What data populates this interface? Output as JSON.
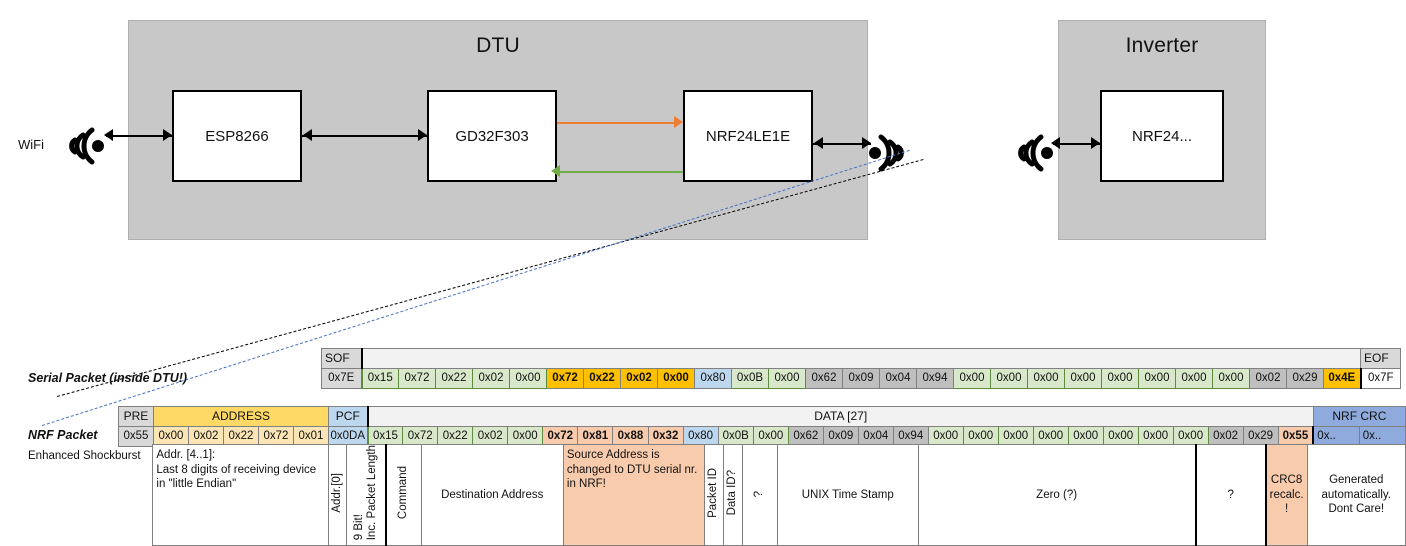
{
  "diagram": {
    "dtu": {
      "title": "DTU",
      "chips": [
        {
          "label": "ESP8266"
        },
        {
          "label": "GD32F303"
        },
        {
          "label": "NRF24LE1E"
        }
      ],
      "wifi_label": "WiFi",
      "arrow_colors": {
        "tx": "#ED7D31",
        "rx": "#70AD47",
        "link": "#000000"
      }
    },
    "inverter": {
      "title": "Inverter",
      "chips": [
        {
          "label": "NRF24..."
        }
      ]
    }
  },
  "serial_packet": {
    "row_label": "Serial Packet (inside DTU!)",
    "header": {
      "sof": "SOF",
      "eof": "EOF"
    },
    "sof_value": "0x7E",
    "eof_value": "0x7F",
    "bytes": [
      {
        "v": "0x15",
        "fill": "c-green",
        "bold": false
      },
      {
        "v": "0x72",
        "fill": "c-green",
        "bold": false
      },
      {
        "v": "0x22",
        "fill": "c-green",
        "bold": false
      },
      {
        "v": "0x02",
        "fill": "c-green",
        "bold": false
      },
      {
        "v": "0x00",
        "fill": "c-green",
        "bold": false
      },
      {
        "v": "0x72",
        "fill": "c-orange",
        "bold": true
      },
      {
        "v": "0x22",
        "fill": "c-orange",
        "bold": true
      },
      {
        "v": "0x02",
        "fill": "c-orange",
        "bold": true
      },
      {
        "v": "0x00",
        "fill": "c-orange",
        "bold": true
      },
      {
        "v": "0x80",
        "fill": "c-blue",
        "bold": false
      },
      {
        "v": "0x0B",
        "fill": "c-green",
        "bold": false
      },
      {
        "v": "0x00",
        "fill": "c-green",
        "bold": false
      },
      {
        "v": "0x62",
        "fill": "c-grayb",
        "bold": false
      },
      {
        "v": "0x09",
        "fill": "c-grayb",
        "bold": false
      },
      {
        "v": "0x04",
        "fill": "c-grayb",
        "bold": false
      },
      {
        "v": "0x94",
        "fill": "c-grayb",
        "bold": false
      },
      {
        "v": "0x00",
        "fill": "c-green",
        "bold": false
      },
      {
        "v": "0x00",
        "fill": "c-green",
        "bold": false
      },
      {
        "v": "0x00",
        "fill": "c-green",
        "bold": false
      },
      {
        "v": "0x00",
        "fill": "c-green",
        "bold": false
      },
      {
        "v": "0x00",
        "fill": "c-green",
        "bold": false
      },
      {
        "v": "0x00",
        "fill": "c-green",
        "bold": false
      },
      {
        "v": "0x00",
        "fill": "c-green",
        "bold": false
      },
      {
        "v": "0x00",
        "fill": "c-green",
        "bold": false
      },
      {
        "v": "0x02",
        "fill": "c-grayb",
        "bold": false
      },
      {
        "v": "0x29",
        "fill": "c-grayb",
        "bold": false
      },
      {
        "v": "0x4E",
        "fill": "c-orange",
        "bold": true
      }
    ]
  },
  "nrf_packet": {
    "row_label": "NRF Packet",
    "row_sublabel": "Enhanced Shockburst",
    "headers": {
      "pre": "PRE",
      "address": "ADDRESS",
      "pcf": "PCF",
      "data": "DATA [27]",
      "crc": "NRF CRC"
    },
    "pre_value": "0x55",
    "address_values": [
      "0x00",
      "0x02",
      "0x22",
      "0x72",
      "0x01"
    ],
    "pcf_value": "0x0DA",
    "crc_values": [
      "0x..",
      "0x.."
    ],
    "bytes": [
      {
        "v": "0x15",
        "fill": "c-green",
        "bold": false
      },
      {
        "v": "0x72",
        "fill": "c-green",
        "bold": false
      },
      {
        "v": "0x22",
        "fill": "c-green",
        "bold": false
      },
      {
        "v": "0x02",
        "fill": "c-green",
        "bold": false
      },
      {
        "v": "0x00",
        "fill": "c-green",
        "bold": false
      },
      {
        "v": "0x72",
        "fill": "c-salmon",
        "bold": true
      },
      {
        "v": "0x81",
        "fill": "c-salmon",
        "bold": true
      },
      {
        "v": "0x88",
        "fill": "c-salmon",
        "bold": true
      },
      {
        "v": "0x32",
        "fill": "c-salmon",
        "bold": true
      },
      {
        "v": "0x80",
        "fill": "c-blue",
        "bold": false
      },
      {
        "v": "0x0B",
        "fill": "c-green",
        "bold": false
      },
      {
        "v": "0x00",
        "fill": "c-green",
        "bold": false
      },
      {
        "v": "0x62",
        "fill": "c-grayb",
        "bold": false
      },
      {
        "v": "0x09",
        "fill": "c-grayb",
        "bold": false
      },
      {
        "v": "0x04",
        "fill": "c-grayb",
        "bold": false
      },
      {
        "v": "0x94",
        "fill": "c-grayb",
        "bold": false
      },
      {
        "v": "0x00",
        "fill": "c-green",
        "bold": false
      },
      {
        "v": "0x00",
        "fill": "c-green",
        "bold": false
      },
      {
        "v": "0x00",
        "fill": "c-green",
        "bold": false
      },
      {
        "v": "0x00",
        "fill": "c-green",
        "bold": false
      },
      {
        "v": "0x00",
        "fill": "c-green",
        "bold": false
      },
      {
        "v": "0x00",
        "fill": "c-green",
        "bold": false
      },
      {
        "v": "0x00",
        "fill": "c-green",
        "bold": false
      },
      {
        "v": "0x00",
        "fill": "c-green",
        "bold": false
      },
      {
        "v": "0x02",
        "fill": "c-grayb",
        "bold": false
      },
      {
        "v": "0x29",
        "fill": "c-grayb",
        "bold": false
      },
      {
        "v": "0x55",
        "fill": "c-salmon",
        "bold": true
      }
    ],
    "annotations": {
      "address": "Addr. [4..1]:\nLast 8 digits of receiving device in \"little Endian\"",
      "addr0": "Addr.[0]",
      "pcf": "9 Bit!\nInc. Packet Length",
      "command": "Command",
      "destination": "Destination Address",
      "source": "Source Address is changed to DTU serial nr. in NRF!",
      "packet_id": "Packet ID",
      "data_id": "Data ID?",
      "unknown1": "?",
      "timestamp": "UNIX Time Stamp",
      "zero": "Zero (?)",
      "unknown2": "?",
      "crc8": "CRC8 recalc. !",
      "nrf_crc": "Generated automatically. Dont Care!"
    }
  }
}
